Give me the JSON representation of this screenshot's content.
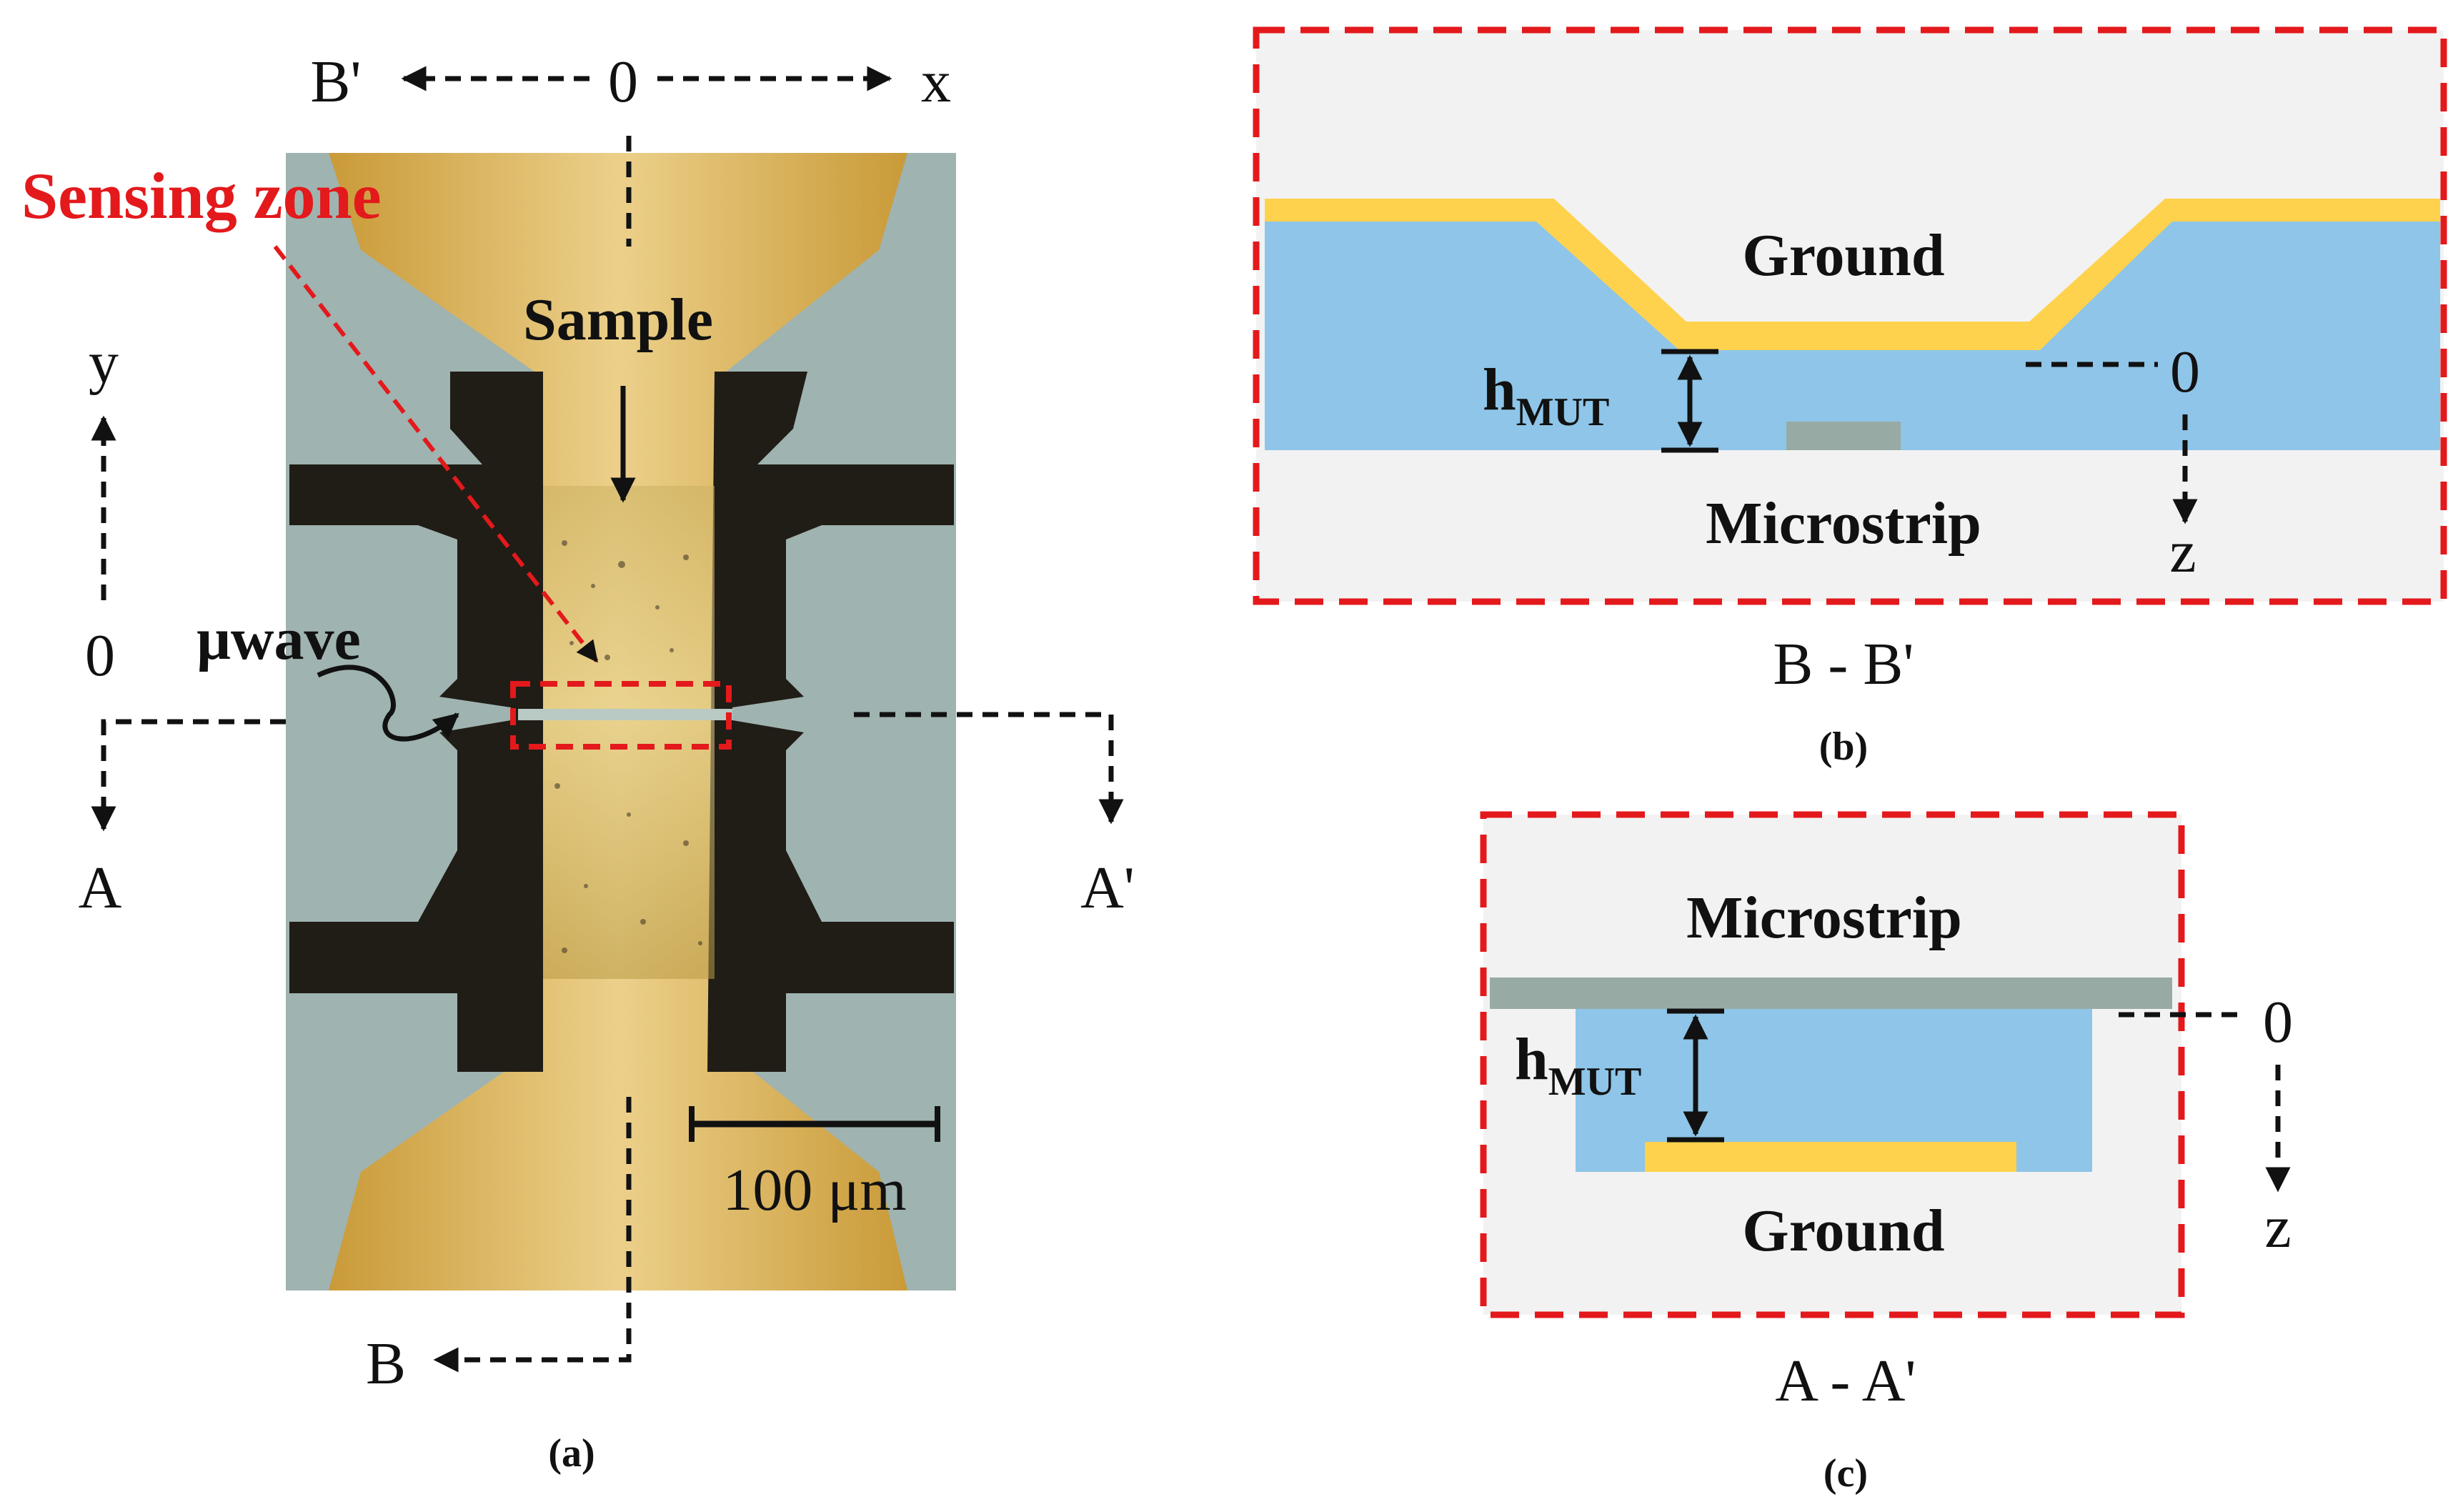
{
  "panel_a": {
    "caption": "(a)",
    "sensing_zone_label": "Sensing zone",
    "sample_label": "Sample",
    "microwave_label": "μwave",
    "scale_bar_label": "100 μm",
    "axes": {
      "x": "x",
      "y": "y",
      "origin_top": "0",
      "origin_left": "0"
    },
    "cut_labels": {
      "b_prime": "B'",
      "b": "B",
      "a": "A",
      "a_prime": "A'"
    }
  },
  "panel_b": {
    "caption": "(b)",
    "section_label": "B - B'",
    "ground_label": "Ground",
    "microstrip_label": "Microstrip",
    "h_label": "h",
    "h_subscript": "MUT",
    "origin": "0",
    "z_label": "z"
  },
  "panel_c": {
    "caption": "(c)",
    "section_label": "A - A'",
    "microstrip_label": "Microstrip",
    "ground_label": "Ground",
    "h_label": "h",
    "h_subscript": "MUT",
    "origin": "0",
    "z_label": "z"
  },
  "colors": {
    "highlight_red": "#e3191c",
    "gold": "#ffd24d",
    "dielectric_blue": "#8ec5e8",
    "background_gray": "#f2f2f2",
    "microstrip_gray": "#97aba4",
    "metal_dark": "#201c16",
    "substrate_gray": "#9fb3b0",
    "photo_gold": "#d8b25a"
  }
}
